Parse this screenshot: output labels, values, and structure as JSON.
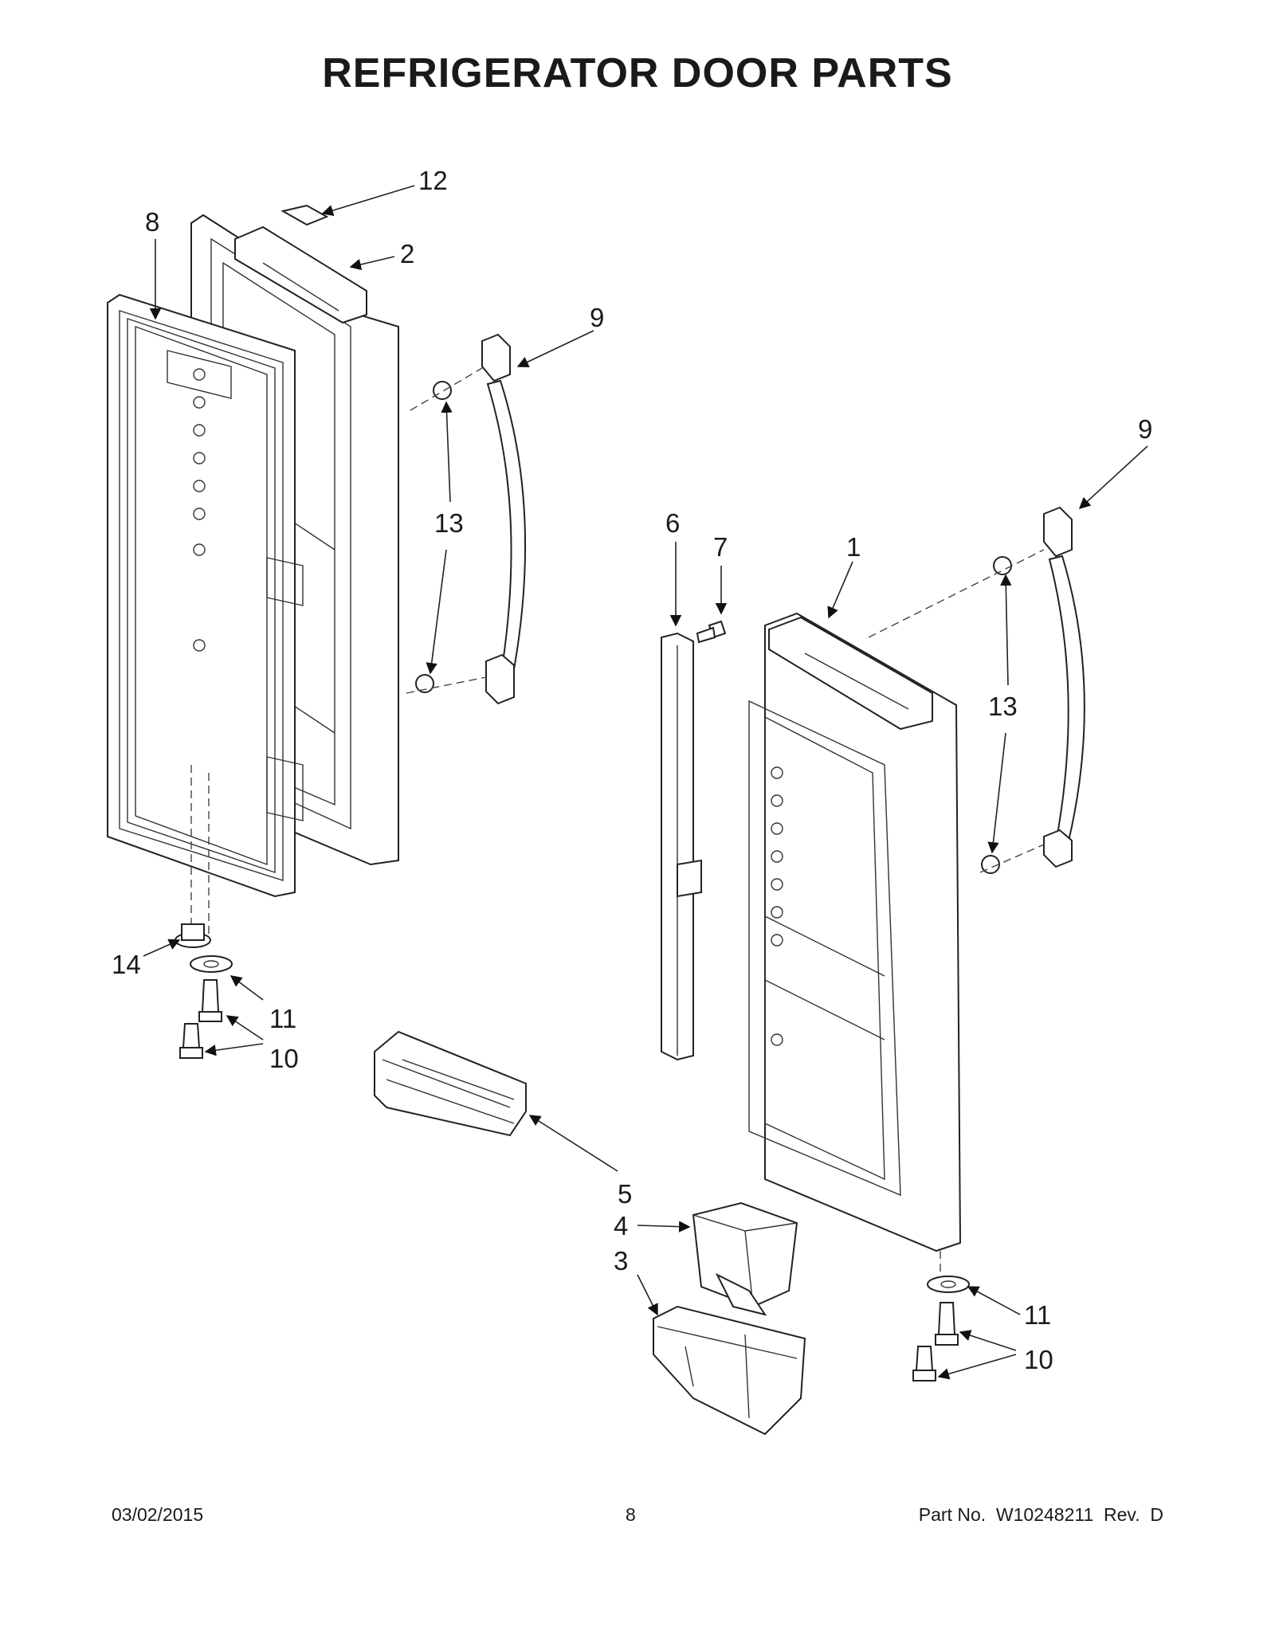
{
  "title": "REFRIGERATOR DOOR PARTS",
  "footer": {
    "date": "03/02/2015",
    "page": "8",
    "part_no": "Part No.  W10248211  Rev.  D"
  },
  "callouts": {
    "c1": "1",
    "c2": "2",
    "c3": "3",
    "c4": "4",
    "c5": "5",
    "c6": "6",
    "c7": "7",
    "c8": "8",
    "c9a": "9",
    "c9b": "9",
    "c10a": "10",
    "c10b": "10",
    "c11a": "11",
    "c11b": "11",
    "c12": "12",
    "c13a": "13",
    "c13b": "13",
    "c14": "14"
  }
}
